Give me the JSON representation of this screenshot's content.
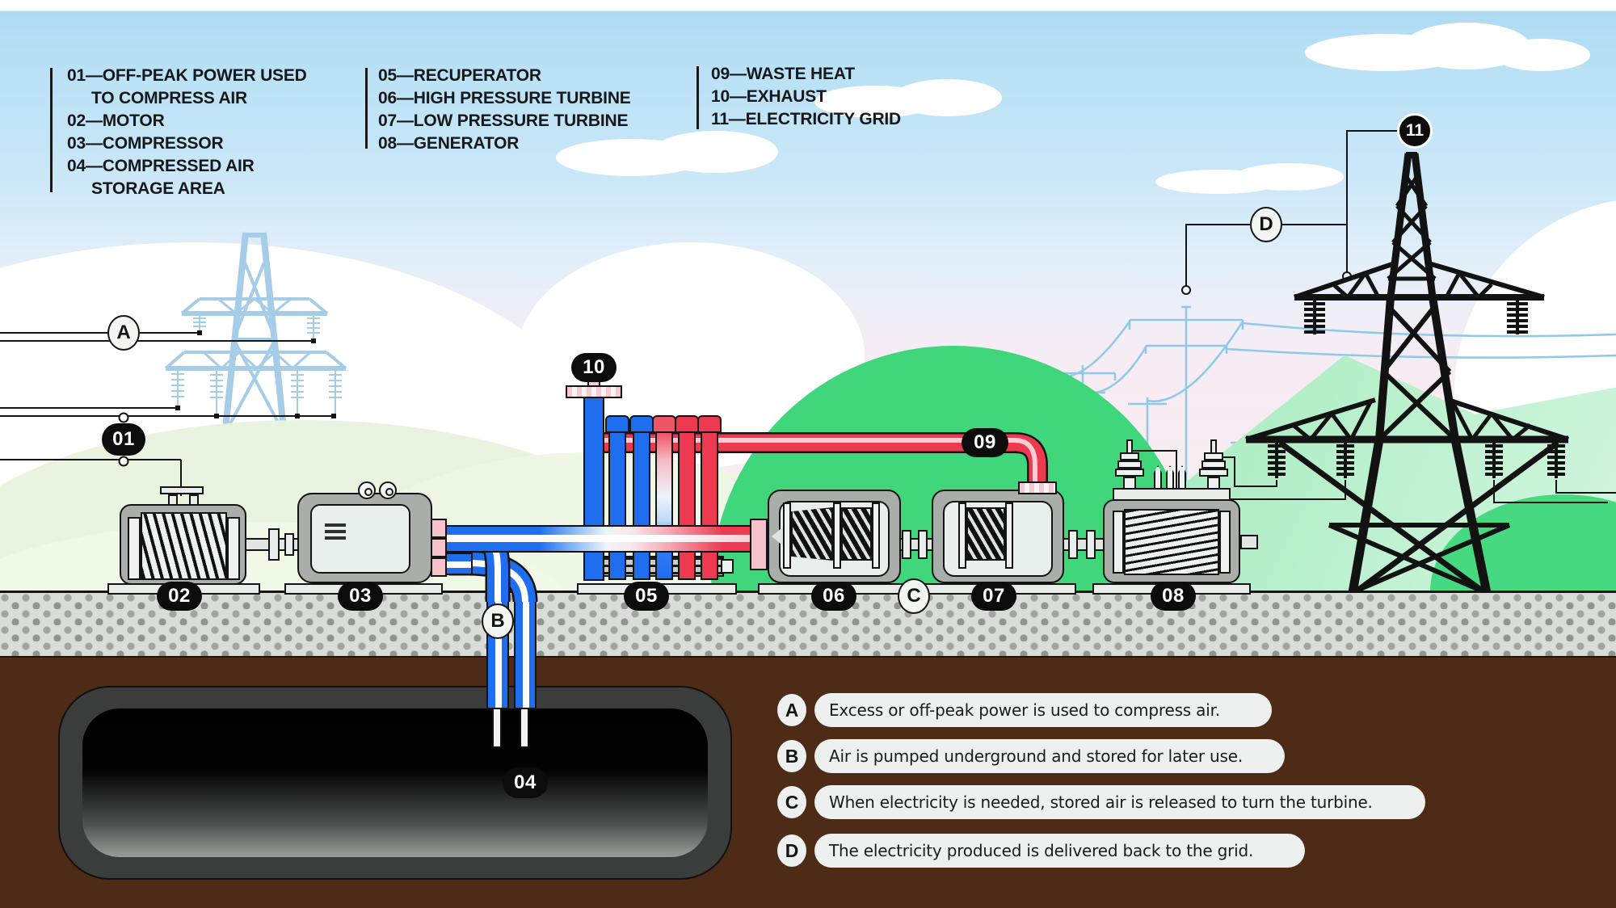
{
  "title": "Compressed air energy storage diagram",
  "legend": {
    "col1": {
      "lines": [
        "01—OFF-PEAK POWER USED",
        "TO COMPRESS AIR",
        "02—MOTOR",
        "03—COMPRESSOR",
        "04—COMPRESSED AIR",
        "STORAGE AREA"
      ]
    },
    "col2": {
      "lines": [
        "05—RECUPERATOR",
        "06—HIGH PRESSURE TURBINE",
        "07—LOW PRESSURE TURBINE",
        "08—GENERATOR"
      ]
    },
    "col3": {
      "lines": [
        "09—WASTE HEAT",
        "10—EXHAUST",
        "11—ELECTRICITY GRID"
      ]
    }
  },
  "markers": {
    "m01": "01",
    "m02": "02",
    "m03": "03",
    "m04": "04",
    "m05": "05",
    "m06": "06",
    "m07": "07",
    "m08": "08",
    "m09": "09",
    "m10": "10",
    "m11": "11"
  },
  "callout_letters": {
    "A": "A",
    "B": "B",
    "C": "C",
    "D": "D"
  },
  "callouts": [
    {
      "letter": "A",
      "text": "Excess or off-peak power is used to compress air."
    },
    {
      "letter": "B",
      "text": "Air is pumped underground and stored for later use."
    },
    {
      "letter": "C",
      "text": "When electricity is needed, stored air is released to turn the turbine."
    },
    {
      "letter": "D",
      "text": "The electricity produced is delivered back to the grid."
    }
  ],
  "colors": {
    "pipe_blue": "#1f6ef0",
    "pipe_red": "#ee3a50",
    "hill_green": "#3fd67c",
    "sky_blue": "#b7e0f5",
    "ground_gray": "#d9dcd8",
    "underground_brown": "#4e2b16",
    "label_black": "#0c0c0c",
    "tower_light_blue": "#a6cde7"
  }
}
